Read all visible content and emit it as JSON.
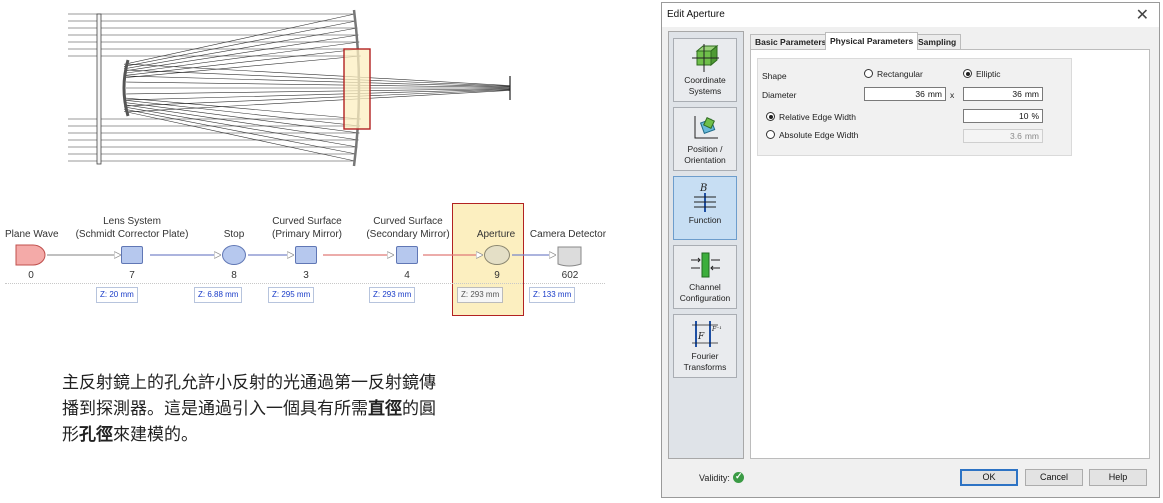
{
  "flow": {
    "nodes": [
      {
        "title": "Plane Wave",
        "subtitle": "",
        "number": "0",
        "z": ""
      },
      {
        "title": "Lens System",
        "subtitle": "(Schmidt Corrector Plate)",
        "number": "7",
        "z": "Z: 20 mm"
      },
      {
        "title": "Stop",
        "subtitle": "",
        "number": "8",
        "z": "Z: 6.88 mm"
      },
      {
        "title": "Curved Surface",
        "subtitle": "(Primary Mirror)",
        "number": "3",
        "z": "Z: 295 mm"
      },
      {
        "title": "Curved Surface",
        "subtitle": "(Secondary Mirror)",
        "number": "4",
        "z": "Z: 293 mm"
      },
      {
        "title": "Aperture",
        "subtitle": "",
        "number": "9",
        "z": "Z: 293 mm"
      },
      {
        "title": "Camera Detector",
        "subtitle": "",
        "number": "602",
        "z": "Z: 133 mm"
      }
    ]
  },
  "description": {
    "line1": "主反射鏡上的孔允許小反射的光通過第一反射鏡傳",
    "line2": "播到探測器。這是通過引入一個具有所需",
    "line2_bold": "直徑",
    "line2_end": "的圓",
    "line3_start": "形",
    "line3_bold": "孔徑",
    "line3_end": "來建模的。"
  },
  "dialog": {
    "title": "Edit Aperture",
    "close_icon": "close-icon",
    "sidebar": [
      {
        "label1": "Coordinate",
        "label2": "Systems",
        "icon": "coordinate-systems-icon",
        "active": false
      },
      {
        "label1": "Position /",
        "label2": "Orientation",
        "icon": "position-orientation-icon",
        "active": false
      },
      {
        "label1": "Function",
        "label2": "",
        "icon": "function-icon",
        "active": true
      },
      {
        "label1": "Channel",
        "label2": "Configuration",
        "icon": "channel-configuration-icon",
        "active": false
      },
      {
        "label1": "Fourier",
        "label2": "Transforms",
        "icon": "fourier-transforms-icon",
        "active": false
      }
    ],
    "tabs": [
      "Basic Parameters",
      "Physical Parameters",
      "Sampling"
    ],
    "active_tab": "Physical Parameters",
    "shape_label": "Shape",
    "shape_options": [
      "Rectangular",
      "Elliptic"
    ],
    "shape_selected": "Elliptic",
    "diameter_label": "Diameter",
    "diameter_x": "36",
    "diameter_y": "36",
    "diameter_unit": "mm",
    "times_sign": "x",
    "relative_edge_label": "Relative Edge Width",
    "relative_edge_value": "10",
    "relative_edge_unit": "%",
    "absolute_edge_label": "Absolute Edge Width",
    "absolute_edge_value": "3.6",
    "absolute_edge_unit": "mm",
    "edge_selected": "Relative Edge Width",
    "validity_label": "Validity:",
    "buttons": {
      "ok": "OK",
      "cancel": "Cancel",
      "help": "Help"
    }
  },
  "colors": {
    "highlight_fill": "#fcefc0",
    "highlight_border": "#b22222",
    "link_blue": "#1a3cc8",
    "validity_green": "#3b9b45",
    "active_side": "#c7def3"
  }
}
